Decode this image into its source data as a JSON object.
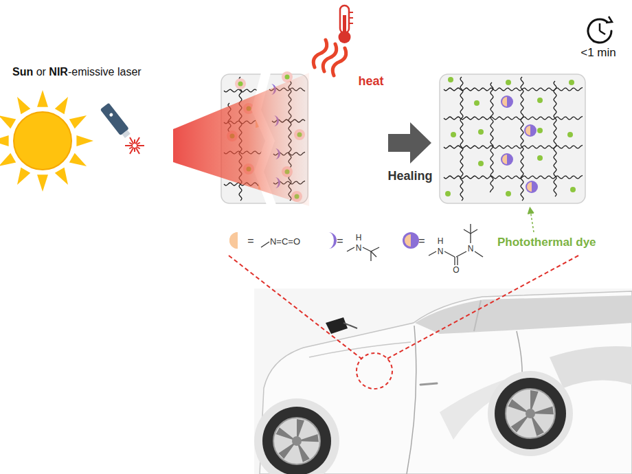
{
  "diagram": {
    "labels": [
      "Sun or NIR-emissive laser",
      "heat",
      "<1 min",
      "Healing",
      "=",
      "N=C=O",
      "=",
      "H",
      "N",
      "=",
      "H",
      "N",
      "O",
      "N",
      "Photothermal dye"
    ]
  }
}
